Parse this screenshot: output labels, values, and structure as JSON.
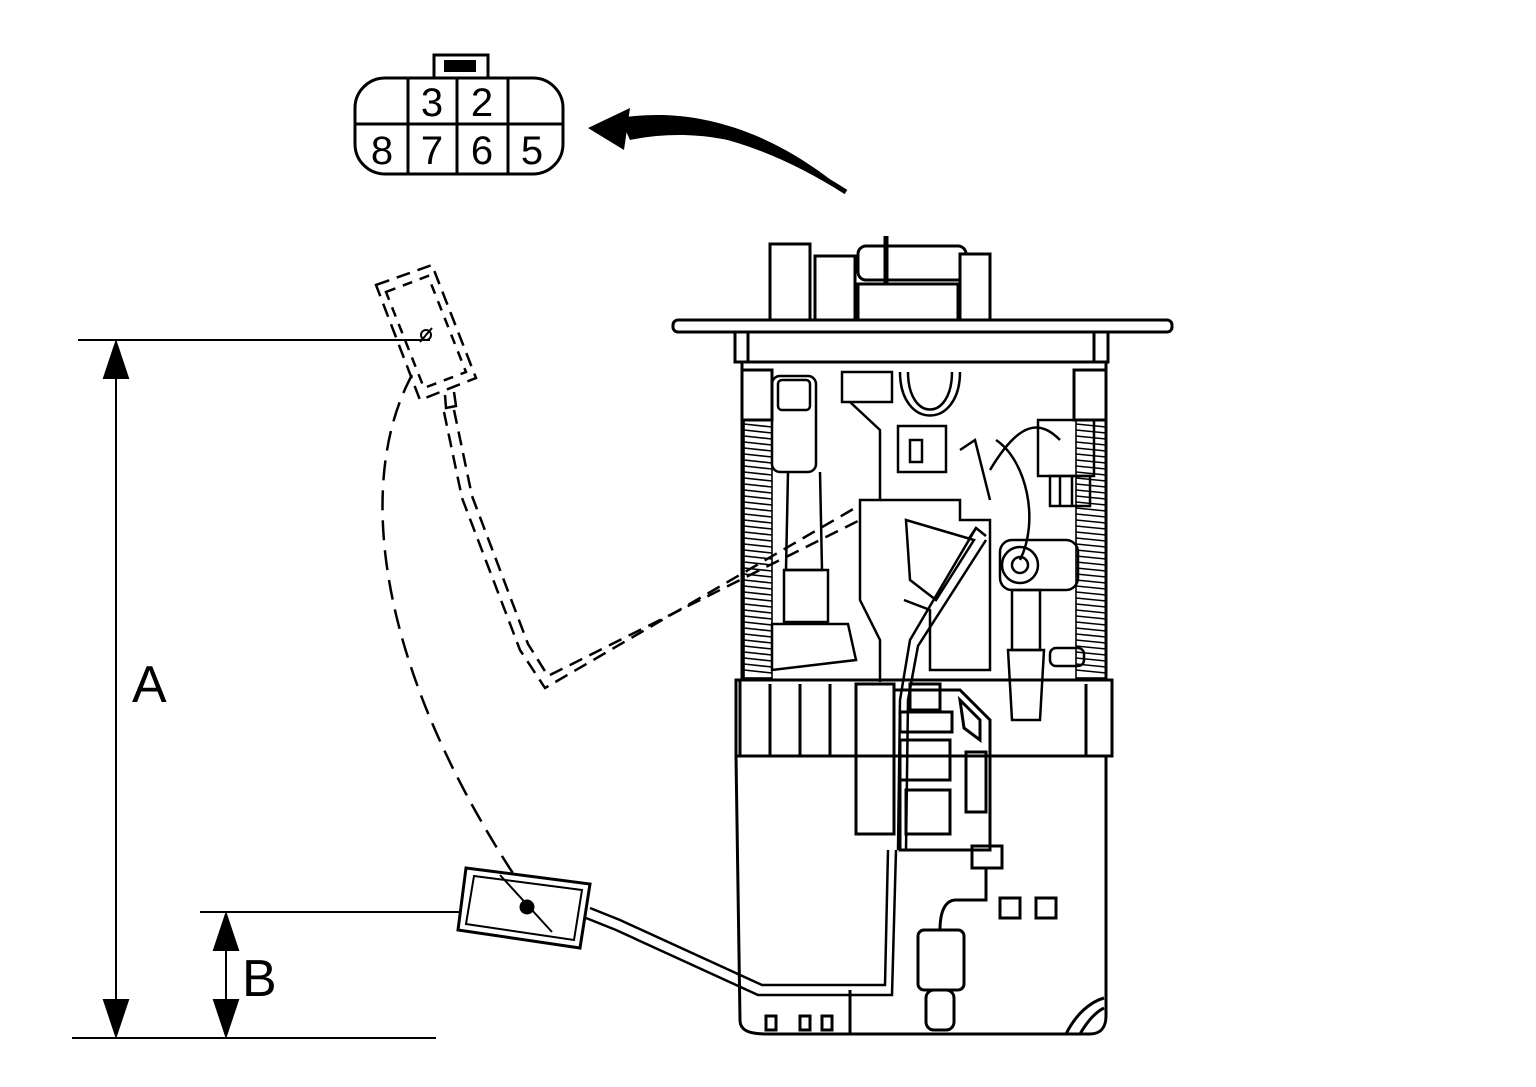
{
  "connector": {
    "top_row": [
      "3",
      "2"
    ],
    "bottom_row": [
      "8",
      "7",
      "6",
      "5"
    ]
  },
  "dimensions": {
    "a_label": "A",
    "b_label": "B"
  },
  "colors": {
    "line": "#000000",
    "background": "#ffffff"
  }
}
